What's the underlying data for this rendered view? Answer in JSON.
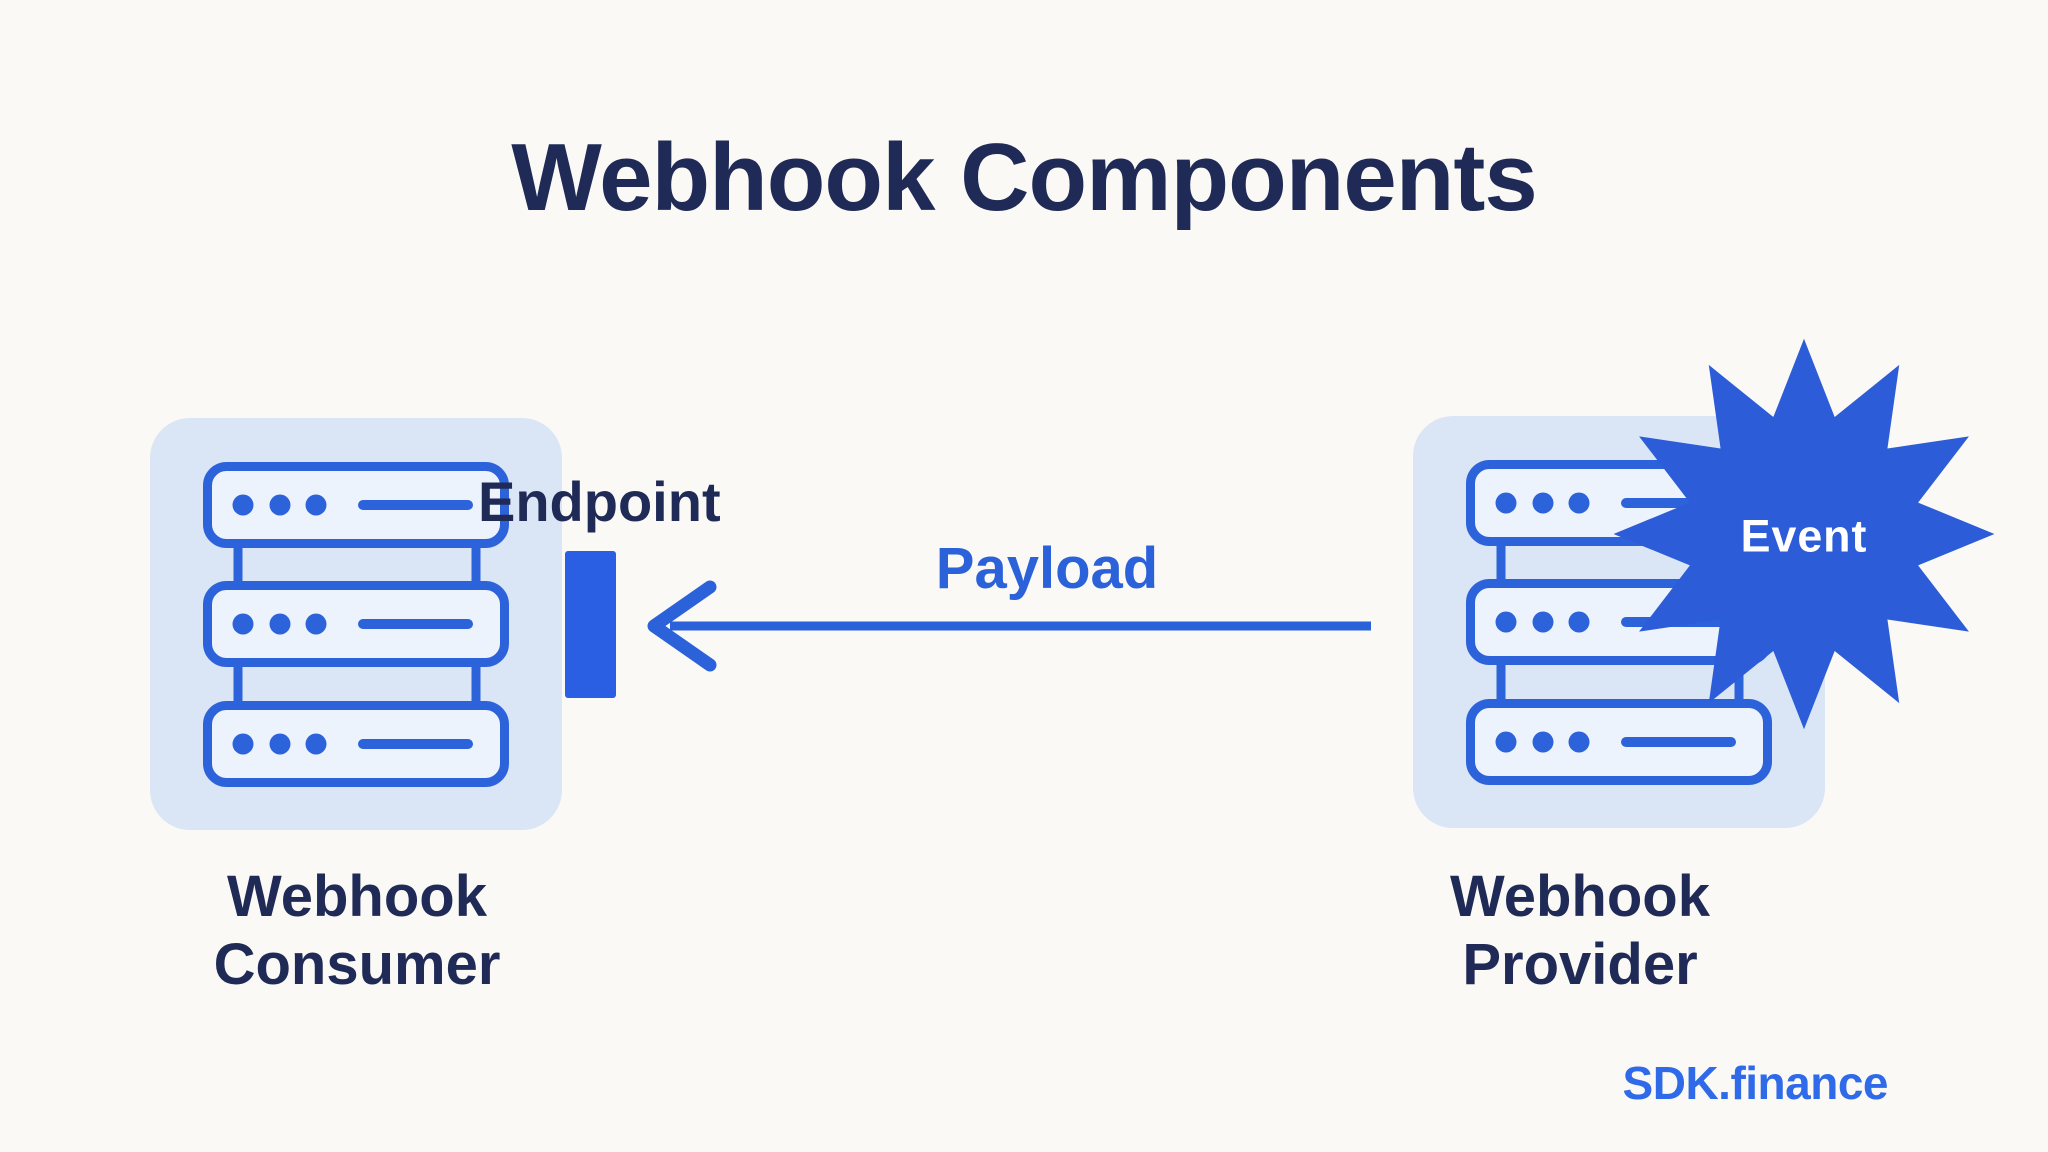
{
  "title": "Webhook Components",
  "diagram": {
    "payload_label": "Payload",
    "arrow_direction": "right-to-left",
    "consumer": {
      "name_line1": "Webhook",
      "name_line2": "Consumer",
      "endpoint_label": "Endpoint"
    },
    "provider": {
      "name_line1": "Webhook",
      "name_line2": "Provider",
      "event_label": "Event"
    }
  },
  "branding": {
    "logo_text": "SDK.finance"
  },
  "colors": {
    "page-bg": "#faf9f6",
    "card-bg": "#dae6f6",
    "row-fill": "#edf3fc",
    "icon-stroke": "#2d63da",
    "accent-blue": "#2b62d9",
    "endpoint-blue": "#2b5fe3",
    "star-blue": "#2c5cd8",
    "navy": "#1f2a56",
    "brand-blue": "#2f6be8",
    "event-text": "#ffffff"
  },
  "icons": {
    "server-stack-icon": "three stacked server units with status dots and slots",
    "event-burst-icon": "twelve-point starburst badge",
    "payload-arrow-icon": "long left-pointing arrow",
    "endpoint-connector": "solid blue vertical rectangle on consumer edge"
  }
}
